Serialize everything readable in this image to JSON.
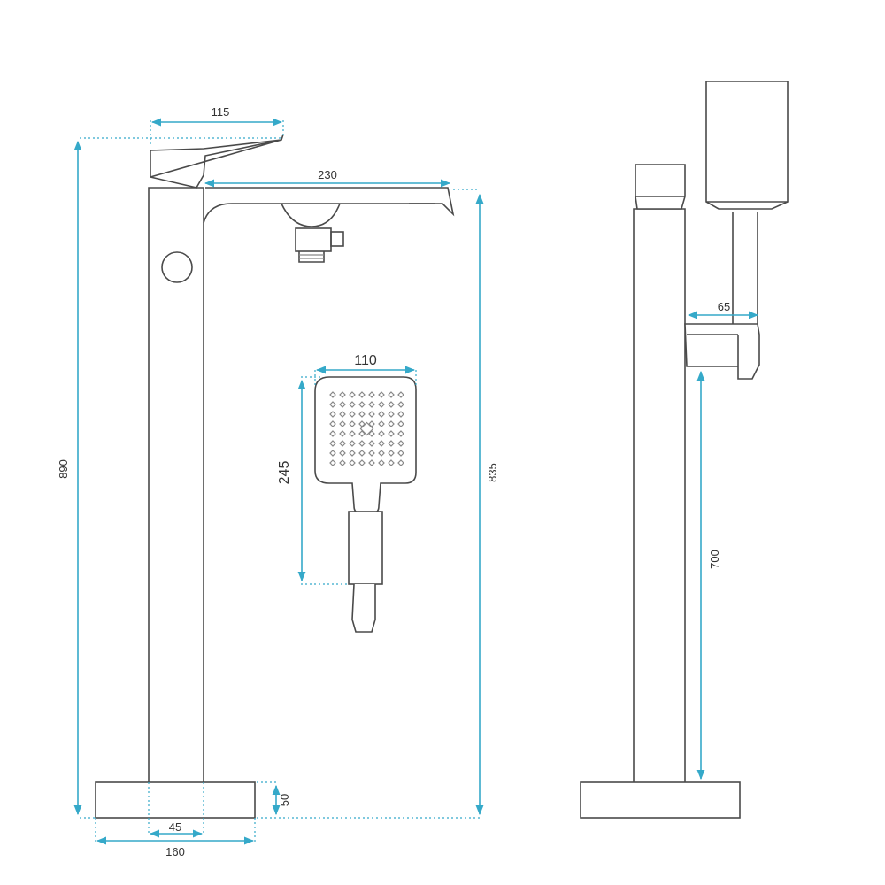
{
  "colors": {
    "outline": "#4a4a4a",
    "dimension": "#35a9c9",
    "label": "#333333",
    "background": "#ffffff"
  },
  "dimensions": {
    "handle_length": "115",
    "spout_length": "230",
    "total_height": "890",
    "spout_height": "835",
    "shower_head_width": "110",
    "shower_head_length": "245",
    "base_height": "50",
    "column_width": "45",
    "base_width": "160",
    "holder_depth": "65",
    "holder_height": "700"
  }
}
